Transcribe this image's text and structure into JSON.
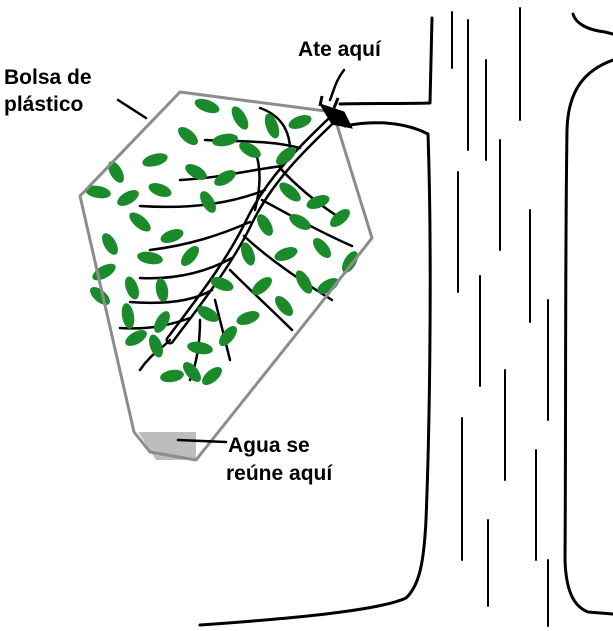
{
  "labels": {
    "bag_line1": "Bolsa de",
    "bag_line2": "plástico",
    "tie": "Ate aquí",
    "water_line1": "Agua se",
    "water_line2": "reúne aquí"
  },
  "colors": {
    "leaf": "#1a8a2a",
    "bag_outline": "#8c8c8c",
    "water": "#bdbdbd",
    "ink": "#000000"
  }
}
